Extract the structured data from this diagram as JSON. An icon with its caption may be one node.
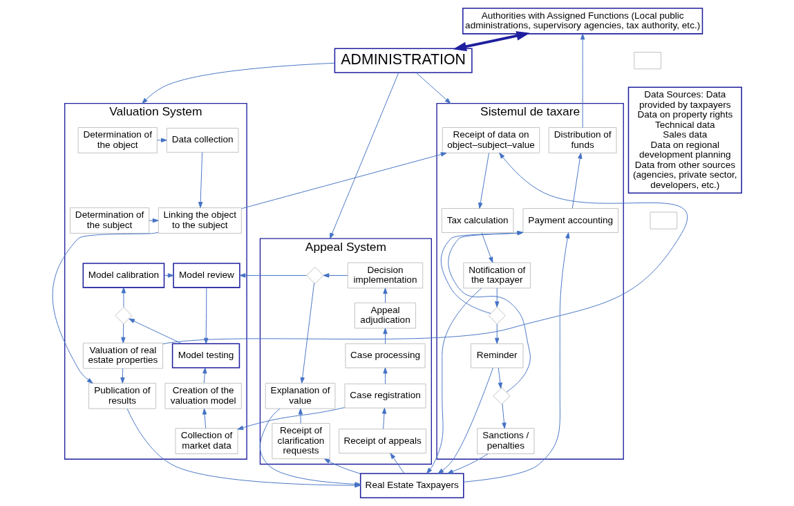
{
  "diagram": {
    "nodes": [
      {
        "text": [
          "Authorities with Assigned Functions (Local public administrations, supervisory agencies, tax authority, etc.)"
        ]
      },
      {
        "text": [
          "Data Sources: Data provided by taxpayers",
          "Data on property rights",
          "Technical data",
          "Sales data",
          "Data on regional development planning",
          "Data from other sources (agencies, private sector, developers, etc.)"
        ]
      },
      {
        "text": [],
        "shape": "box"
      },
      {
        "text": [
          "ADMINISTRATION"
        ]
      },
      {
        "text": [
          "Valuation System"
        ]
      },
      {
        "text": [
          "Determination of the object"
        ],
        "in": 4
      },
      {
        "text": [
          "Data collection"
        ],
        "in": 4
      },
      {
        "text": [
          "Determination of the subject"
        ],
        "in": 4
      },
      {
        "text": [
          "Linking the object to the subject"
        ],
        "in": 4
      },
      {
        "text": [
          "Model calibration"
        ],
        "in": 4
      },
      {
        "text": [
          "Model review"
        ],
        "in": 4
      },
      {
        "text": [],
        "shape": "diamond",
        "in": 4
      },
      {
        "text": [
          "Model testing"
        ],
        "in": 4
      },
      {
        "text": [
          "Creation of the valuation model"
        ],
        "in": 4
      },
      {
        "text": [
          "Valuation of real estate properties"
        ],
        "in": 4
      },
      {
        "text": [
          "Collection of market data"
        ],
        "in": 4
      },
      {
        "text": [
          "Publication of results"
        ],
        "in": 4
      },
      {
        "text": [
          "Appeal System"
        ]
      },
      {
        "text": [],
        "shape": "diamond",
        "in": 17
      },
      {
        "text": [
          "Decision implementation"
        ],
        "in": 17
      },
      {
        "text": [
          "Appeal adjudication"
        ],
        "in": 17
      },
      {
        "text": [
          "Case processing"
        ],
        "in": 17
      },
      {
        "text": [
          "Explanation of value"
        ],
        "in": 17
      },
      {
        "text": [
          "Case registration"
        ],
        "in": 17
      },
      {
        "text": [
          "Receipt of clarification requests"
        ],
        "in": 17
      },
      {
        "text": [
          "Receipt of appeals"
        ],
        "in": 17
      },
      {
        "text": [
          "Sistemul de taxare"
        ]
      },
      {
        "text": [
          "Receipt of data on object–subject–value"
        ],
        "in": 26
      },
      {
        "text": [
          "Distribution of funds"
        ],
        "in": 26
      },
      {
        "text": [
          "Tax calculation"
        ],
        "in": 26
      },
      {
        "text": [
          "Payment accounting"
        ],
        "in": 26
      },
      {
        "text": [
          "Notification of the taxpayer"
        ],
        "in": 26
      },
      {
        "text": [],
        "shape": "diamond",
        "in": 26
      },
      {
        "text": [
          "Reminder"
        ],
        "in": 26
      },
      {
        "text": [],
        "shape": "diamond",
        "in": 26
      },
      {
        "text": [
          "Sanctions / penalties"
        ],
        "in": 26
      },
      {
        "text": [
          "Real Estate Taxpayers"
        ]
      },
      {
        "text": [],
        "shape": "box"
      }
    ],
    "edges": [
      {
        "from": 0,
        "to": 3,
        "arrow": "both",
        "style": "thick",
        "color": "#1f1f9e"
      },
      {
        "from": 3,
        "to": 4,
        "arrow": "to"
      },
      {
        "from": 3,
        "to": 17,
        "arrow": "to"
      },
      {
        "from": 3,
        "to": 26,
        "arrow": "to"
      },
      {
        "from": 5,
        "to": 6,
        "arrow": "to"
      },
      {
        "from": 6,
        "to": 8,
        "arrow": "to"
      },
      {
        "from": 7,
        "to": 8,
        "arrow": "to"
      },
      {
        "from": 8,
        "to": 27,
        "arrow": "to"
      },
      {
        "from": 8,
        "to": 16,
        "arrow": "to"
      },
      {
        "from": 9,
        "to": 10,
        "arrow": "to"
      },
      {
        "from": 10,
        "to": 12,
        "arrow": "to"
      },
      {
        "from": 12,
        "to": 11,
        "arrow": "to"
      },
      {
        "from": 11,
        "to": 9,
        "arrow": "to"
      },
      {
        "from": 11,
        "to": 14,
        "arrow": "to"
      },
      {
        "from": 13,
        "to": 12,
        "arrow": "to"
      },
      {
        "from": 15,
        "to": 13,
        "arrow": "to"
      },
      {
        "from": 14,
        "to": 16,
        "arrow": "to"
      },
      {
        "from": 14,
        "to": 27,
        "arrow": "to"
      },
      {
        "from": 16,
        "to": 36,
        "arrow": "to"
      },
      {
        "from": 19,
        "to": 18,
        "arrow": "to"
      },
      {
        "from": 18,
        "to": 10,
        "arrow": "to"
      },
      {
        "from": 18,
        "to": 22,
        "arrow": "to"
      },
      {
        "from": 24,
        "to": 22,
        "arrow": "to"
      },
      {
        "from": 25,
        "to": 23,
        "arrow": "to"
      },
      {
        "from": 23,
        "to": 21,
        "arrow": "to"
      },
      {
        "from": 21,
        "to": 20,
        "arrow": "to"
      },
      {
        "from": 20,
        "to": 19,
        "arrow": "to"
      },
      {
        "from": 22,
        "to": 36,
        "arrow": "to"
      },
      {
        "from": 23,
        "to": 15,
        "arrow": "to"
      },
      {
        "from": 36,
        "to": 24,
        "arrow": "to"
      },
      {
        "from": 36,
        "to": 25,
        "arrow": "to"
      },
      {
        "from": 27,
        "to": 29,
        "arrow": "to"
      },
      {
        "from": 29,
        "to": 31,
        "arrow": "to"
      },
      {
        "from": 31,
        "to": 32,
        "arrow": "to"
      },
      {
        "from": 32,
        "to": 33,
        "arrow": "to"
      },
      {
        "from": 32,
        "to": 30,
        "arrow": "to"
      },
      {
        "from": 33,
        "to": 34,
        "arrow": "to"
      },
      {
        "from": 34,
        "to": 35,
        "arrow": "to"
      },
      {
        "from": 34,
        "to": 30,
        "arrow": "to"
      },
      {
        "from": 31,
        "to": 36,
        "arrow": "to"
      },
      {
        "from": 33,
        "to": 36,
        "arrow": "to"
      },
      {
        "from": 35,
        "to": 36,
        "arrow": "to"
      },
      {
        "from": 36,
        "to": 30,
        "arrow": "to"
      },
      {
        "from": 30,
        "to": 28,
        "arrow": "to"
      },
      {
        "from": 28,
        "to": 0,
        "arrow": "to"
      }
    ]
  }
}
